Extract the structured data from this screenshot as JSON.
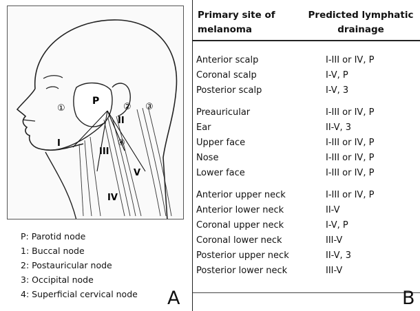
{
  "panel_a": {
    "label": "A",
    "figure_labels": {
      "parotid": "P",
      "buccal": "①",
      "postauricular": "②",
      "occipital": "③",
      "superficial_cervical": "④",
      "level_i": "I",
      "level_ii": "II",
      "level_iii": "III",
      "level_iv": "IV",
      "level_v": "V"
    },
    "legend": [
      "P: Parotid node",
      "1: Buccal node",
      "2: Postauricular node",
      "3: Occipital node",
      "4: Superficial cervical node"
    ]
  },
  "panel_b": {
    "label": "B",
    "headers": {
      "site": "Primary site of melanoma",
      "drainage": "Predicted lymphatic drainage"
    },
    "rows": [
      {
        "site": "Anterior scalp",
        "drainage": "I-III or IV, P"
      },
      {
        "site": "Coronal scalp",
        "drainage": "I-V, P"
      },
      {
        "site": "Posterior scalp",
        "drainage": "I-V, 3"
      },
      {
        "site": "Preauricular",
        "drainage": "I-III or IV, P"
      },
      {
        "site": "Ear",
        "drainage": "II-V, 3"
      },
      {
        "site": "Upper face",
        "drainage": "I-III or IV, P"
      },
      {
        "site": "Nose",
        "drainage": "I-III or IV, P"
      },
      {
        "site": "Lower face",
        "drainage": "I-III or IV, P"
      },
      {
        "site": "Anterior upper neck",
        "drainage": "I-III or IV, P"
      },
      {
        "site": "Anterior lower neck",
        "drainage": "II-V"
      },
      {
        "site": "Coronal upper neck",
        "drainage": "I-V, P"
      },
      {
        "site": "Coronal lower neck",
        "drainage": "III-V"
      },
      {
        "site": "Posterior upper neck",
        "drainage": "II-V, 3"
      },
      {
        "site": "Posterior lower neck",
        "drainage": "III-V"
      }
    ]
  }
}
